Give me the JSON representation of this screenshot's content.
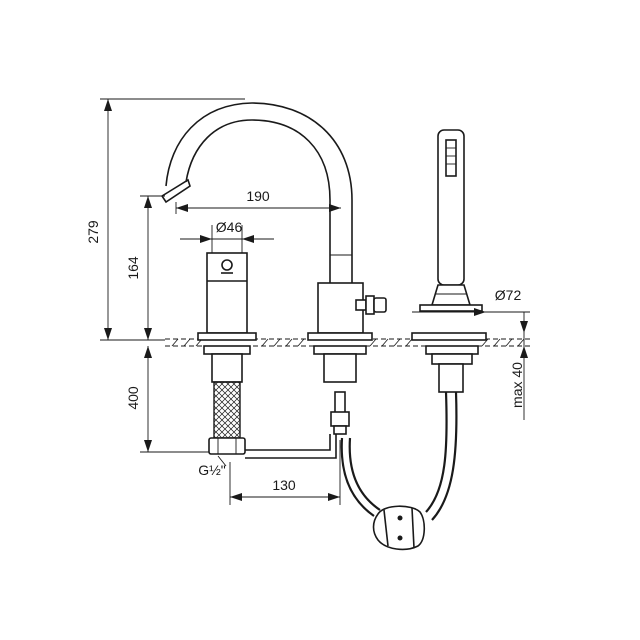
{
  "dimensions": {
    "total_height": "279",
    "spout_height": "164",
    "under_deck_length": "400",
    "spout_reach": "190",
    "mixer_diameter": "Ø46",
    "shower_diameter": "Ø72",
    "max_deck_thickness": "max 40",
    "connection_spacing": "130",
    "thread_size": "G½\""
  }
}
